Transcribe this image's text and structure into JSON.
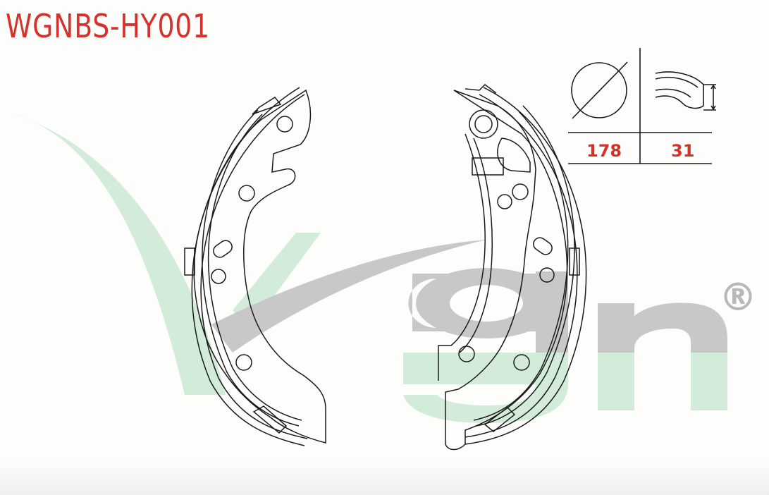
{
  "product": {
    "code": "WGNBS-HY001"
  },
  "specs": {
    "diameter_icon": "diameter-icon",
    "width_icon": "shoe-width-icon",
    "diameter_value": "178",
    "width_value": "31"
  },
  "watermark": {
    "registered_mark": "®",
    "colors": {
      "green": "#d3ecd9",
      "gray": "#c8c8c8"
    }
  },
  "colors": {
    "accent": "#d6312b",
    "line": "#1a1a1a"
  }
}
